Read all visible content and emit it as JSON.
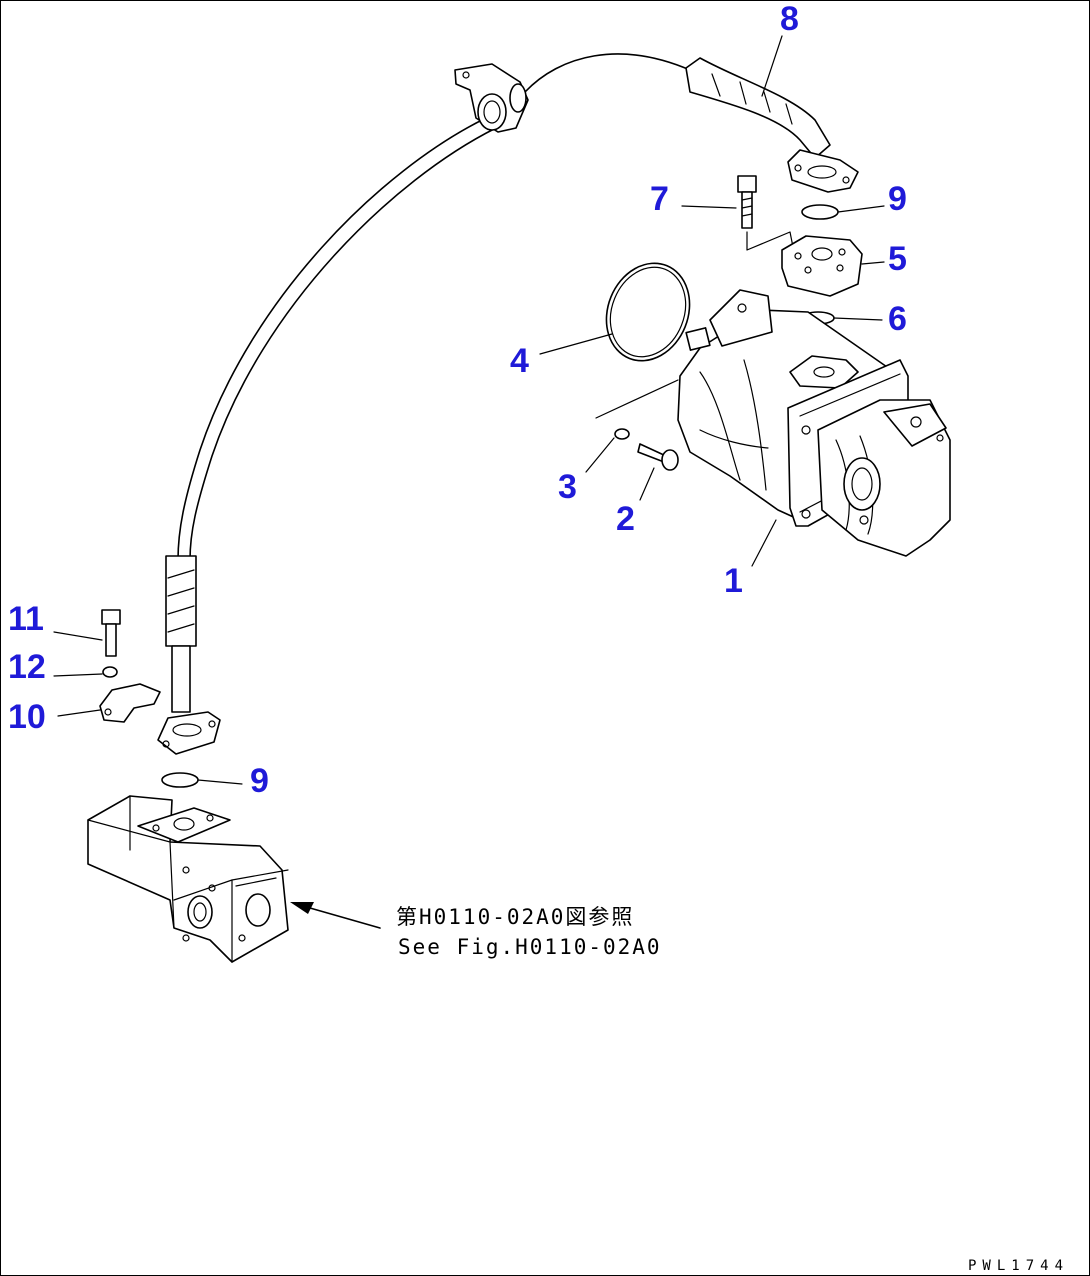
{
  "callouts": {
    "c1": "1",
    "c2": "2",
    "c3": "3",
    "c4": "4",
    "c5": "5",
    "c6": "6",
    "c7": "7",
    "c8": "8",
    "c9a": "9",
    "c9b": "9",
    "c10": "10",
    "c11": "11",
    "c12": "12"
  },
  "reference": {
    "line1": "第H0110-02A0図参照",
    "line2": "See Fig.H0110-02A0"
  },
  "drawing_code": "PWL1744",
  "colors": {
    "callout": "#1f1ad8",
    "line": "#000000",
    "background": "#ffffff"
  }
}
